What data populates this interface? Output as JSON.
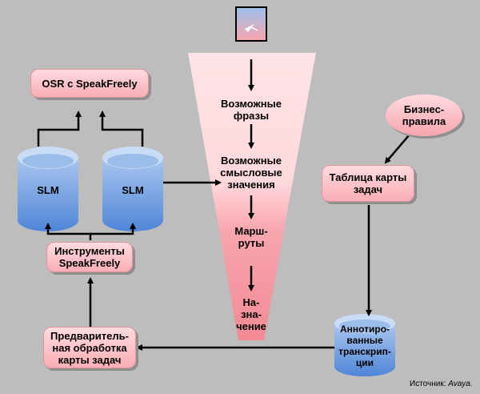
{
  "nodes": {
    "osr": "OSR с SpeakFreely",
    "slm_left": "SLM",
    "slm_right": "SLM",
    "tools": "Инструменты\nSpeakFreely",
    "preprocess": "Предваритель-\nная обработка\nкарты задач",
    "funnel_phrases": "Возможные\nфразы",
    "funnel_meanings": "Возможные\nсмысловые\nзначения",
    "funnel_routes": "Марш-\nруты",
    "funnel_destination": "На-\nзна-\nчение",
    "business_rules": "Бизнес-\nправила",
    "task_table": "Таблица карты\nзадач",
    "annotated": "Аннотиро-\nванные\nтранскрип-\nции"
  },
  "source": {
    "prefix": "Источник: ",
    "name": "Avaya."
  },
  "colors": {
    "background": "#bdbdbd",
    "box_fill": "#ffdbe0",
    "box_fill_dark": "#f9aeb5",
    "funnel_light": "#ffe3e6",
    "funnel_dark": "#f48a95",
    "cylinder_body": "#6b9ee8",
    "cylinder_top": "#bcd3f2",
    "arrow": "#000000"
  }
}
